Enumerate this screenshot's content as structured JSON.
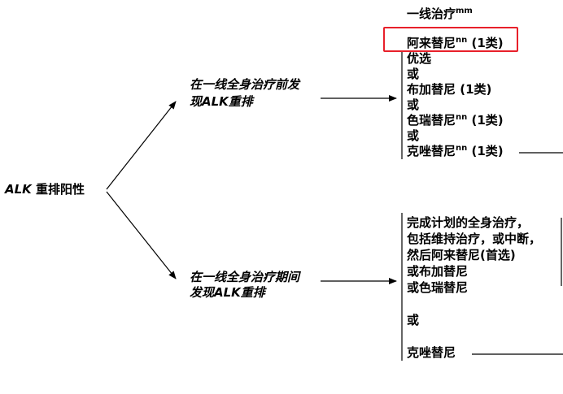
{
  "root": {
    "label_prefix": "ALK",
    "label_rest": "重排阳性"
  },
  "branches": [
    {
      "lines": [
        "在一线全身治疗前发",
        "现ALK重排"
      ]
    },
    {
      "lines": [
        "在一线全身治疗期间",
        "发现ALK重排"
      ]
    }
  ],
  "column_header": {
    "text": "一线治疗",
    "sup": "mm"
  },
  "options_1": [
    {
      "text": "阿来替尼",
      "sup": "nn",
      "suffix": " (1类)",
      "highlighted": true
    },
    {
      "text": "优选"
    },
    {
      "text": "或"
    },
    {
      "text": "布加替尼 (1类)"
    },
    {
      "text": "或"
    },
    {
      "text": "色瑞替尼",
      "sup": "nn",
      "suffix": " (1类)"
    },
    {
      "text": "或"
    },
    {
      "text": "克唑替尼",
      "sup": "nn",
      "suffix": " (1类)"
    }
  ],
  "options_2": [
    {
      "text": "完成计划的全身治疗，"
    },
    {
      "text": "包括维持治疗，或中断，"
    },
    {
      "text": "然后阿来替尼(首选)"
    },
    {
      "text": "或布加替尼"
    },
    {
      "text": "或色瑞替尼"
    },
    {
      "text": ""
    },
    {
      "text": "或"
    },
    {
      "text": ""
    },
    {
      "text": "克唑替尼"
    }
  ],
  "colors": {
    "highlight": "#e8202a",
    "line": "#000000"
  }
}
